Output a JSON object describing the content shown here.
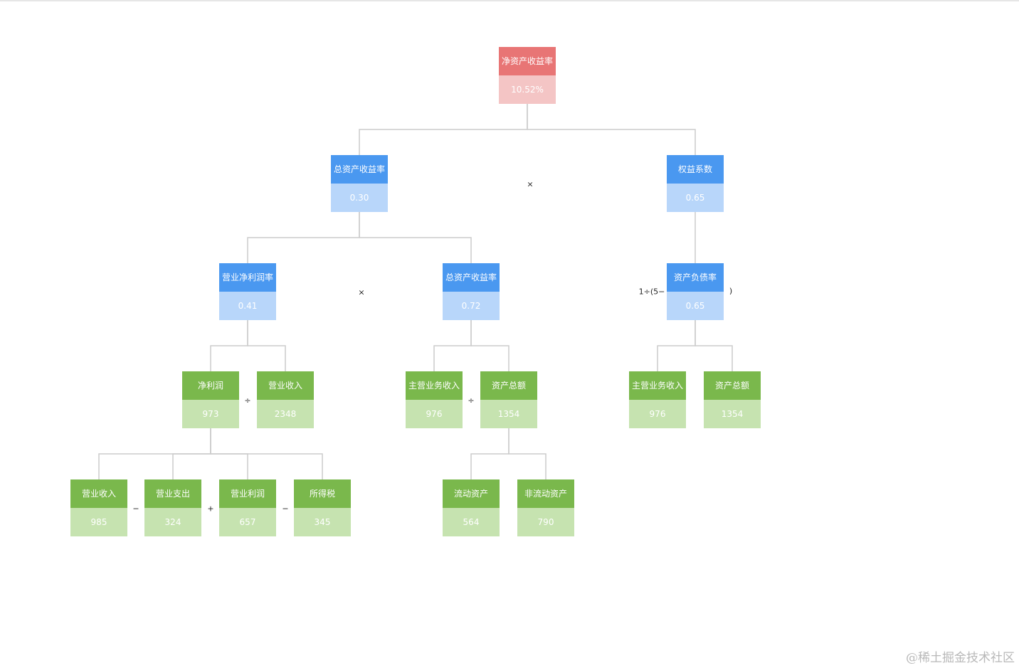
{
  "palette": {
    "red": {
      "label": "#e87575",
      "value": "#f4c5c5"
    },
    "blue": {
      "label": "#4a98f0",
      "value": "#b8d6fa"
    },
    "green": {
      "label": "#7ab84c",
      "value": "#c6e3b0"
    },
    "line": "#cccccc"
  },
  "nodes": [
    {
      "id": "roe",
      "label": "净资产收益率",
      "value": "10.52%",
      "color": "red"
    },
    {
      "id": "roa",
      "label": "总资产收益率",
      "value": "0.30",
      "color": "blue"
    },
    {
      "id": "equity-multiplier",
      "label": "权益系数",
      "value": "0.65",
      "color": "blue"
    },
    {
      "id": "net-margin",
      "label": "营业净利润率",
      "value": "0.41",
      "color": "blue"
    },
    {
      "id": "asset-ratio",
      "label": "总资产收益率",
      "value": "0.72",
      "color": "blue"
    },
    {
      "id": "debt-ratio",
      "label": "资产负债率",
      "value": "0.65",
      "color": "blue"
    },
    {
      "id": "net-profit",
      "label": "净利润",
      "value": "973",
      "color": "green"
    },
    {
      "id": "revenue-a",
      "label": "营业收入",
      "value": "2348",
      "color": "green"
    },
    {
      "id": "main-revenue-a",
      "label": "主营业务收入",
      "value": "976",
      "color": "green"
    },
    {
      "id": "total-assets-a",
      "label": "资产总额",
      "value": "1354",
      "color": "green"
    },
    {
      "id": "main-revenue-b",
      "label": "主营业务收入",
      "value": "976",
      "color": "green"
    },
    {
      "id": "total-assets-b",
      "label": "资产总额",
      "value": "1354",
      "color": "green"
    },
    {
      "id": "revenue-b",
      "label": "营业收入",
      "value": "985",
      "color": "green"
    },
    {
      "id": "expense",
      "label": "营业支出",
      "value": "324",
      "color": "green"
    },
    {
      "id": "operating-profit",
      "label": "营业利润",
      "value": "657",
      "color": "green"
    },
    {
      "id": "income-tax",
      "label": "所得税",
      "value": "345",
      "color": "green"
    },
    {
      "id": "current-assets",
      "label": "流动资产",
      "value": "564",
      "color": "green"
    },
    {
      "id": "noncurrent-assets",
      "label": "非流动资产",
      "value": "790",
      "color": "green"
    }
  ],
  "edges": [
    [
      "roe",
      "roa"
    ],
    [
      "roe",
      "equity-multiplier"
    ],
    [
      "roa",
      "net-margin"
    ],
    [
      "roa",
      "asset-ratio"
    ],
    [
      "equity-multiplier",
      "debt-ratio"
    ],
    [
      "net-margin",
      "net-profit"
    ],
    [
      "net-margin",
      "revenue-a"
    ],
    [
      "asset-ratio",
      "main-revenue-a"
    ],
    [
      "asset-ratio",
      "total-assets-a"
    ],
    [
      "debt-ratio",
      "main-revenue-b"
    ],
    [
      "debt-ratio",
      "total-assets-b"
    ],
    [
      "net-profit",
      "revenue-b"
    ],
    [
      "net-profit",
      "expense"
    ],
    [
      "net-profit",
      "operating-profit"
    ],
    [
      "net-profit",
      "income-tax"
    ],
    [
      "total-assets-a",
      "current-assets"
    ],
    [
      "total-assets-a",
      "noncurrent-assets"
    ]
  ],
  "operators": {
    "roe_multiply": "×",
    "roa_multiply": "×",
    "debt_prefix": "1÷(5−",
    "debt_suffix": ")",
    "margin_divide": "÷",
    "asset_divide": "÷",
    "minus_1": "−",
    "plus": "+",
    "minus_2": "−"
  },
  "watermark": "@稀土掘金技术社区"
}
